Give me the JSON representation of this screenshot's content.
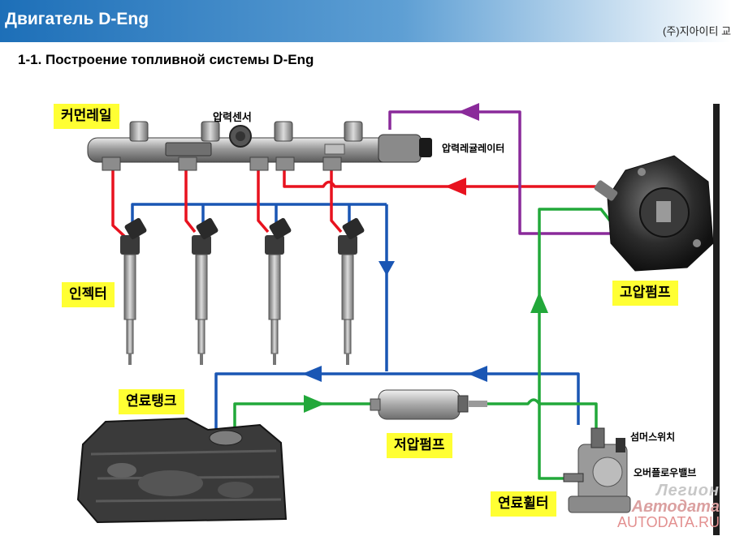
{
  "header": {
    "title": "Двигатель D-Eng",
    "company": "(주)지아이티 교육"
  },
  "subtitle": "1-1. Построение топливной системы D-Eng",
  "labels": {
    "common_rail": "커먼레일",
    "pressure_sensor": "압력센서",
    "pressure_regulator": "압력레귤레이터",
    "injector": "인젝터",
    "high_pressure_pump": "고압펌프",
    "fuel_tank": "연료탱크",
    "low_pressure_pump": "저압펌프",
    "sensor_switch": "섬머스위치",
    "overflow_valve": "오버플로우밸브",
    "fuel_filter": "연료휠터"
  },
  "watermark": {
    "line1": "Легион",
    "line2": "Автодата",
    "line3": "AUTODATA.RU"
  },
  "colors": {
    "high_pressure_line": "#e8121f",
    "return_line": "#1a56b4",
    "supply_line": "#22a83a",
    "regulator_line": "#8a2a9a",
    "label_background": "#ffff33"
  }
}
